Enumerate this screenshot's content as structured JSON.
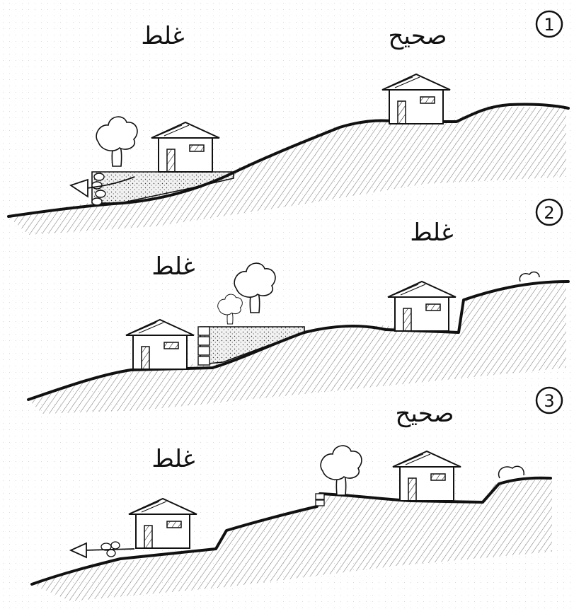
{
  "scenes": [
    {
      "number": "1",
      "labels": {
        "correct": "صحیح",
        "wrong": "غلط"
      }
    },
    {
      "number": "2",
      "labels": {
        "wrong_right": "غلط",
        "wrong_left": "غلط"
      }
    },
    {
      "number": "3",
      "labels": {
        "correct": "صحیح",
        "wrong": "غلط"
      }
    }
  ],
  "icons": {
    "house": "house-icon",
    "tree": "tree-icon",
    "bush": "bush-icon",
    "arrow": "arrow-left-icon"
  },
  "colors": {
    "ink": "#111111",
    "background": "#ffffff",
    "fill_soil": "#f4f4f4"
  }
}
